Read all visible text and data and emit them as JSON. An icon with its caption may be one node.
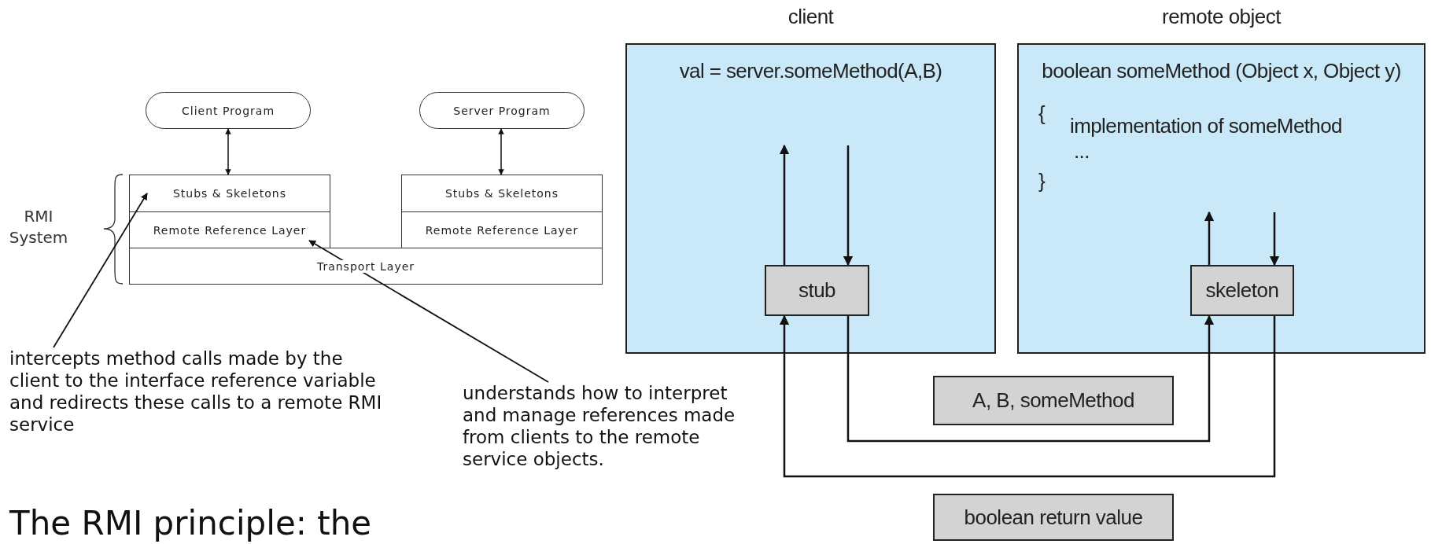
{
  "diagram": {
    "title": "The RMI principle: the",
    "nodes": [
      {
        "text": [
          "Client Program"
        ]
      },
      {
        "text": [
          "Server Program"
        ]
      },
      {
        "text": [
          "Stubs & Skeletons"
        ]
      },
      {
        "text": [
          "Remote Reference Layer"
        ]
      },
      {
        "text": [
          "Stubs & Skeletons"
        ]
      },
      {
        "text": [
          "Remote Reference Layer"
        ]
      },
      {
        "text": [
          "Transport Layer"
        ]
      },
      {
        "text": [
          "intercepts method calls made by the client to the interface reference variable and redirects these calls to a remote RMI service"
        ]
      },
      {
        "text": [
          "understands how to interpret and manage references made from clients to the remote service objects."
        ]
      },
      {
        "text": [
          "client",
          "val = server.someMethod(A,B)"
        ]
      },
      {
        "text": [
          "stub"
        ],
        "in": 9
      },
      {
        "text": [
          "remote object",
          "boolean someMethod (Object x, Object y)",
          "{",
          "implementation of someMethod",
          "...",
          "}"
        ]
      },
      {
        "text": [
          "skeleton"
        ],
        "in": 11
      },
      {
        "text": [
          "A, B, someMethod"
        ]
      },
      {
        "text": [
          "boolean return value"
        ]
      }
    ],
    "edges": [
      {
        "from": 0,
        "to": 2,
        "arrow": "both"
      },
      {
        "from": 1,
        "to": 4,
        "arrow": "both"
      },
      {
        "from": 7,
        "to": 2,
        "arrow": "to"
      },
      {
        "from": 8,
        "to": 3,
        "arrow": "to"
      },
      {
        "from": 10,
        "to": null,
        "arrow": "to"
      },
      {
        "from": null,
        "to": 10,
        "arrow": "to"
      },
      {
        "from": 12,
        "to": null,
        "arrow": "to"
      },
      {
        "from": null,
        "to": 12,
        "arrow": "to"
      },
      {
        "from": 10,
        "to": 12,
        "arrow": "to"
      },
      {
        "from": 12,
        "to": 10,
        "arrow": "to"
      }
    ],
    "labels": [
      "RMI System"
    ]
  }
}
